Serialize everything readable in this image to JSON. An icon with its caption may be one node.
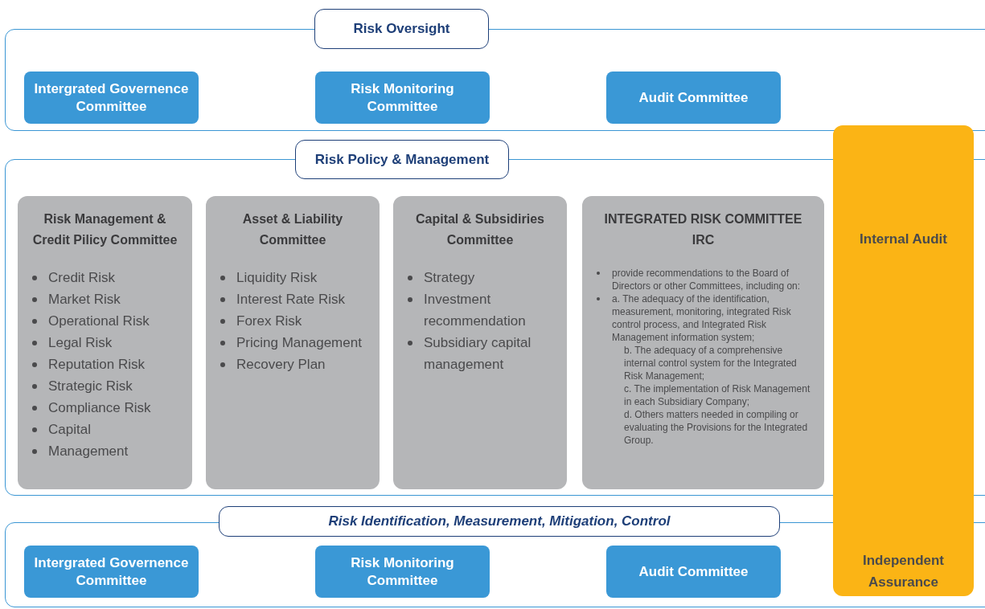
{
  "diagram": {
    "nodes": [
      {
        "text": [
          "Risk Oversight"
        ]
      },
      {
        "text": [
          "Intergrated Governence Committee"
        ],
        "in": 0
      },
      {
        "text": [
          "Risk Monitoring Committee"
        ],
        "in": 0
      },
      {
        "text": [
          "Audit Committee"
        ],
        "in": 0
      },
      {
        "text": [
          "Risk Policy & Management"
        ]
      },
      {
        "text": [
          "Risk Management & Credit Pilicy Committee",
          "Credit Risk",
          "Market Risk",
          "Operational Risk",
          "Legal Risk",
          "Reputation Risk",
          "Strategic Risk",
          "Compliance Risk",
          "Capital",
          "Management"
        ],
        "in": 4
      },
      {
        "text": [
          "Asset & Liability Committee",
          "Liquidity Risk",
          "Interest Rate Risk",
          "Forex Risk",
          "Pricing Management",
          "Recovery Plan"
        ],
        "in": 4
      },
      {
        "text": [
          "Capital & Subsidiries Committee",
          "Strategy",
          "Investment recommendation",
          "Subsidiary capital management"
        ],
        "in": 4
      },
      {
        "text": [
          "INTEGRATED RISK COMMITTEE IRC",
          "provide recommendations to the Board of Directors or other Committees, including on:",
          "a. The adequacy of the identification, measurement, monitoring, integrated Risk control process, and Integrated Risk Management information system;",
          "b. The adequacy of a comprehensive internal control system for the Integrated Risk Management;",
          "c. The implementation of Risk Management in each Subsidiary Company;",
          "d. Others matters needed in compiling or evaluating the Provisions for the Integrated Group."
        ],
        "in": 4
      },
      {
        "text": [
          "Risk Identification, Measurement, Mitigation, Control"
        ]
      },
      {
        "text": [
          "Intergrated Governence Committee"
        ],
        "in": 9
      },
      {
        "text": [
          "Risk Monitoring Committee"
        ],
        "in": 9
      },
      {
        "text": [
          "Audit Committee"
        ],
        "in": 9
      },
      {
        "text": [
          "Internal Audit",
          "Independent Assurance"
        ]
      }
    ]
  }
}
